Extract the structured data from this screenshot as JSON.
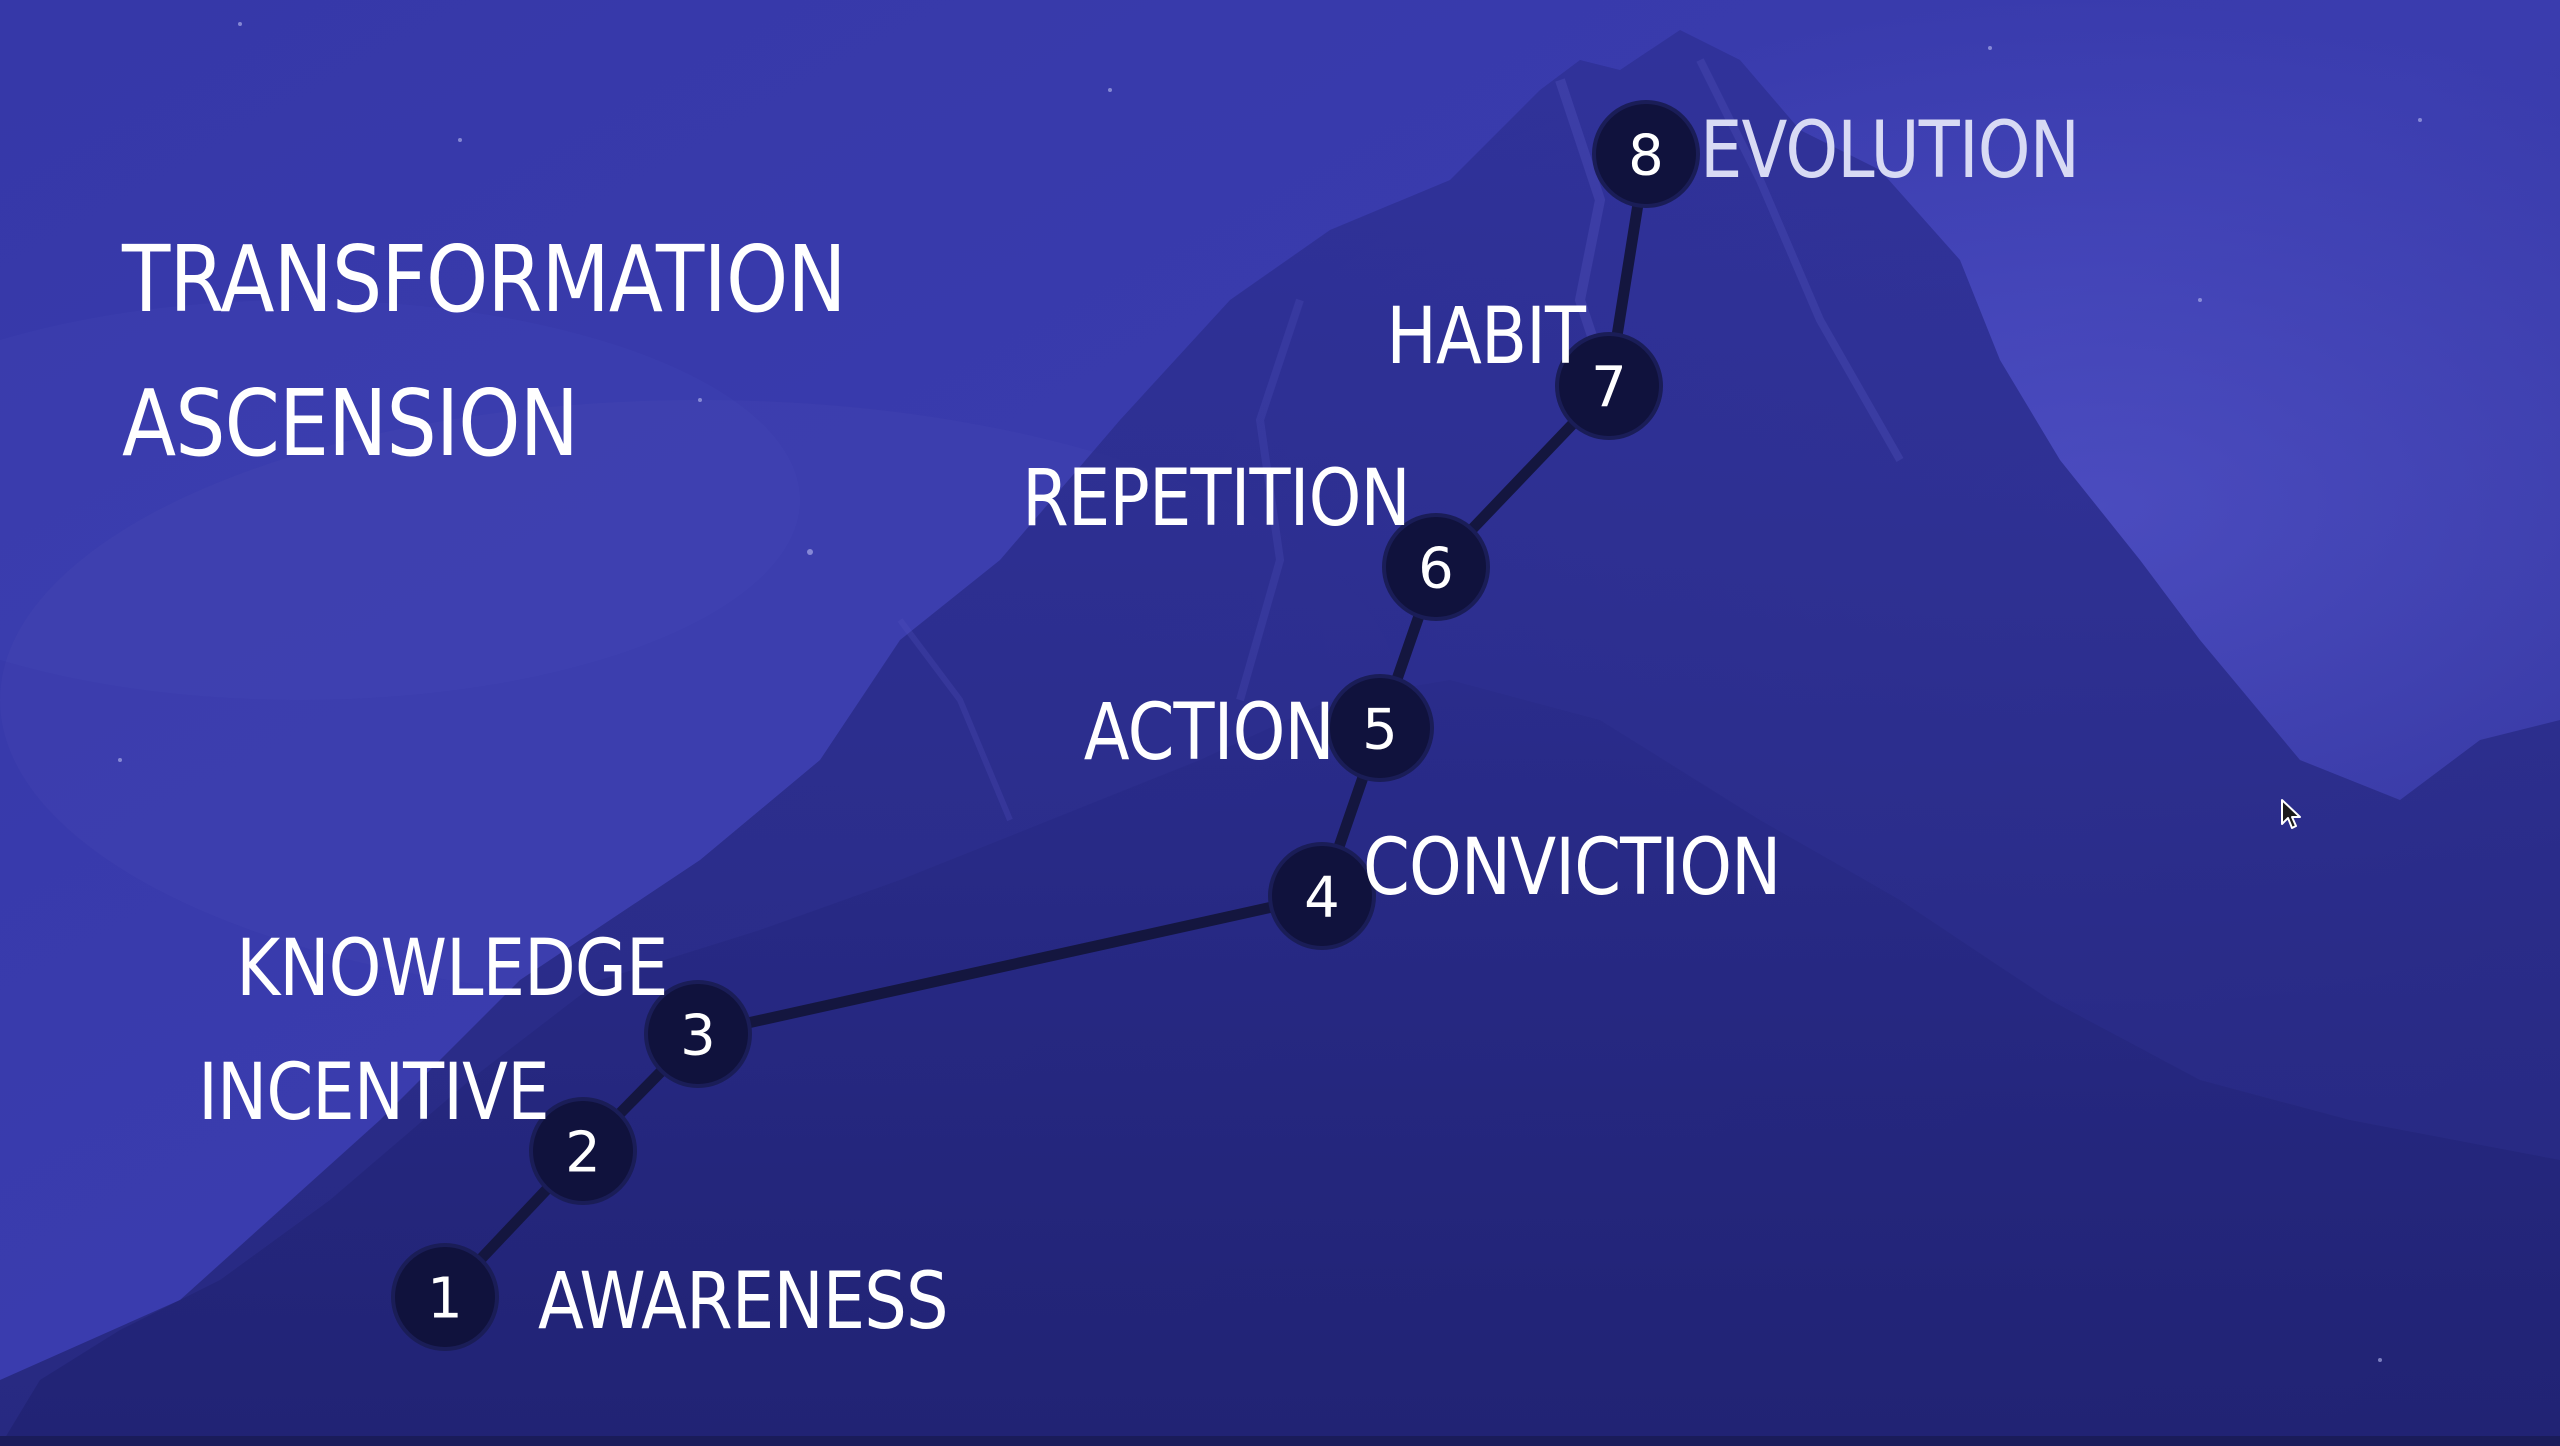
{
  "title": {
    "line1": "TRANSFORMATION",
    "line2": "ASCENSION"
  },
  "steps": [
    {
      "number": "1",
      "label": "AWARENESS"
    },
    {
      "number": "2",
      "label": "INCENTIVE"
    },
    {
      "number": "3",
      "label": "KNOWLEDGE"
    },
    {
      "number": "4",
      "label": "CONVICTION"
    },
    {
      "number": "5",
      "label": "ACTION"
    },
    {
      "number": "6",
      "label": "REPETITION"
    },
    {
      "number": "7",
      "label": "HABIT"
    },
    {
      "number": "8",
      "label": "EVOLUTION"
    }
  ],
  "colors": {
    "background": "#3436a0",
    "node_fill": "#10123d",
    "connector": "#14163f",
    "text": "#ffffff"
  },
  "icons": {
    "cursor": "mouse-pointer-icon"
  }
}
